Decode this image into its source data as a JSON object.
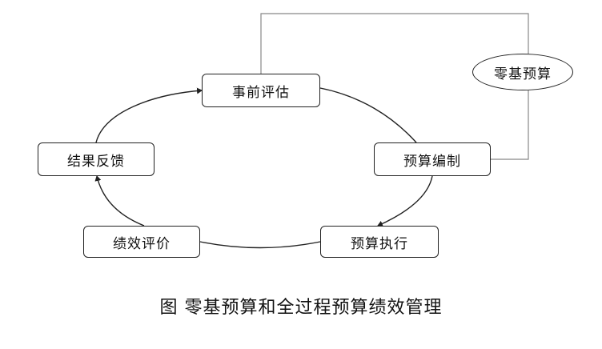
{
  "diagram": {
    "nodes": {
      "assess": "事前评估",
      "compile": "预算编制",
      "execute": "预算执行",
      "evaluate": "绩效评价",
      "feedback": "结果反馈",
      "zero_based_budget": "零基预算"
    },
    "caption": "图  零基预算和全过程预算绩效管理",
    "colors": {
      "stroke": "#222222",
      "connector": "#888888",
      "background": "#ffffff"
    }
  }
}
